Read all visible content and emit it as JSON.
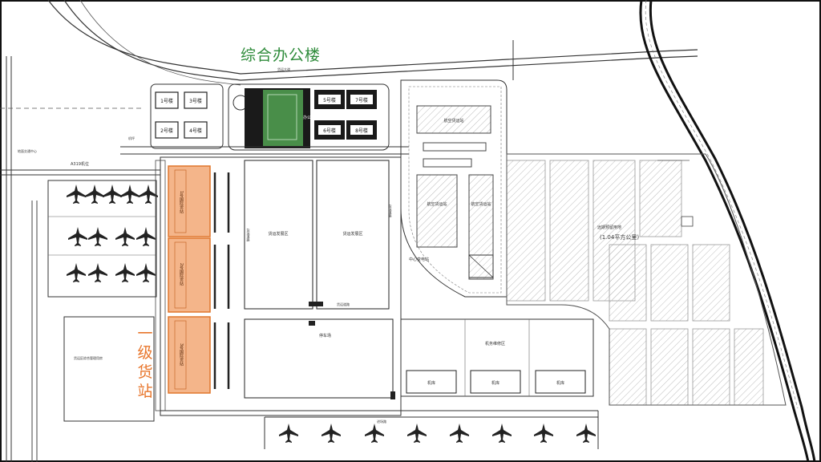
{
  "labels": {
    "office_building": "综合办公楼",
    "primary_cargo_station": [
      "一",
      "级",
      "货",
      "站"
    ]
  },
  "dorm_blocks": [
    "1号楼",
    "3号楼",
    "2号楼",
    "4号楼"
  ],
  "office_blocks": [
    "5号楼",
    "7号楼",
    "6号楼",
    "8号楼"
  ],
  "office_block_center": "办公楼",
  "cargo_sheds": [
    "1号国际货站",
    "2号国际货站",
    "3号国际货站"
  ],
  "zones": {
    "cargo_a": "货运发展区",
    "cargo_b": "货运发展区",
    "road_a": "货运道路",
    "road_b": "货运道路",
    "road_c": "货运道路",
    "center_building": "中心变电站",
    "lot_label": "停车场",
    "storage_zone": "机务维修区",
    "hangar_1": "机库",
    "hangar_2": "机库",
    "hangar_3": "机库",
    "east_area": "远期预留用地",
    "east_area_size": "(1.04平方公里)",
    "warehouse_top": "航空货运站",
    "warehouse_left": "航空货运站",
    "warehouse_right": "航空货运站",
    "road_left": "进场路",
    "elev": "A319机位",
    "left_note": "货运区综合管理用房",
    "left_note2": "机坪",
    "top_note": "货运大道",
    "west_note": "地面交通中心"
  },
  "colors": {
    "office_highlight": "#2e8b3a",
    "cargo_highlight": "#f0a060",
    "line": "#333333",
    "hatch": "#bbbbbb"
  }
}
